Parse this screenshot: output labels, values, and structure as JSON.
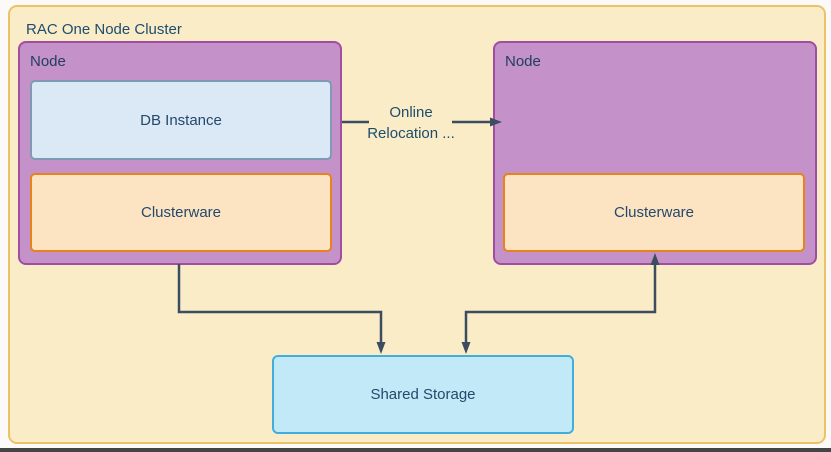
{
  "page": {
    "background": "#fbfaf8",
    "bottom_edge_color": "#454545"
  },
  "diagram": {
    "title": "RAC One Node Cluster",
    "container": {
      "fill": "#fbecc8",
      "border": "#ecc267"
    },
    "text_color": "#1d4c6e",
    "connector_color": "#3b4d5f",
    "left_node": {
      "label": "Node",
      "fill": "#c491c8",
      "border": "#a14da1",
      "db_instance": {
        "label": "DB Instance",
        "fill": "#dbe8f5",
        "border": "#7f9ab3"
      },
      "clusterware": {
        "label": "Clusterware",
        "fill": "#fce3c2",
        "border": "#e8821d"
      }
    },
    "right_node": {
      "label": "Node",
      "fill": "#c491c8",
      "border": "#a14da1",
      "clusterware": {
        "label": "Clusterware",
        "fill": "#fce3c2",
        "border": "#e8821d"
      }
    },
    "relocation": {
      "line1": "Online",
      "line2": "Relocation ..."
    },
    "storage": {
      "label": "Shared Storage",
      "fill": "#c2e9f8",
      "border": "#41aede"
    }
  }
}
